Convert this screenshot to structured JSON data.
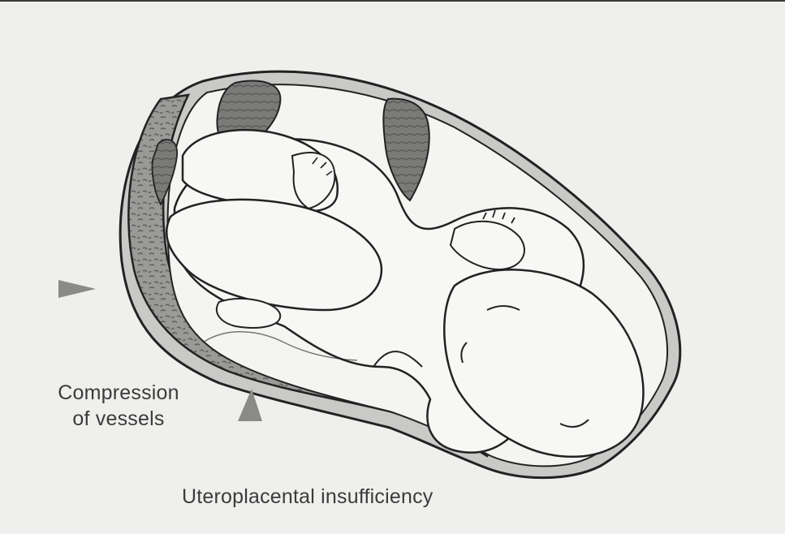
{
  "labels": {
    "compression_line1": "Compression",
    "compression_line2": "of vessels",
    "insufficiency": "Uteroplacental insufficiency"
  },
  "colors": {
    "background": "#efefed",
    "ink": "#222222",
    "placenta": "#8e8e8c",
    "uterine_wall": "#bdbdbb",
    "vessel": "#6c6c6a",
    "arrow": "#8a8a88"
  },
  "icons": [
    "arrow-right-icon",
    "arrow-up-icon"
  ]
}
